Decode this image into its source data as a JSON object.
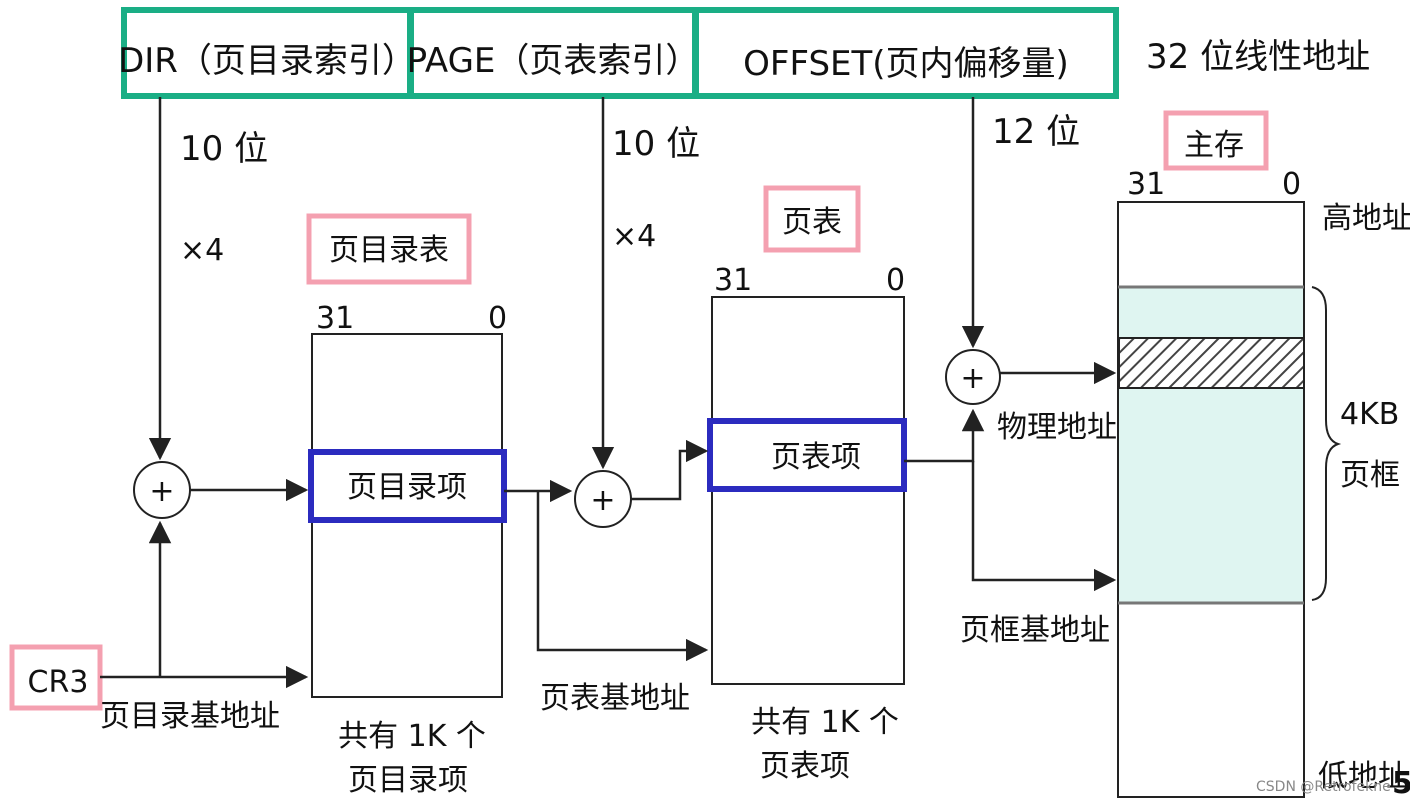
{
  "address_fields": {
    "dir": "DIR（页目录索引）",
    "page": "PAGE（页表索引）",
    "offset": "OFFSET(页内偏移量)",
    "caption": "32 位线性地址"
  },
  "bits": {
    "dir_bits": "10 位",
    "page_bits": "10 位",
    "offset_bits": "12 位",
    "dir_mult": "×4",
    "page_mult": "×4"
  },
  "page_directory": {
    "title": "页目录表",
    "bit_high": "31",
    "bit_low": "0",
    "entry": "页目录项",
    "count_line1": "共有 1K 个",
    "count_line2": "页目录项"
  },
  "page_table": {
    "title": "页表",
    "bit_high": "31",
    "bit_low": "0",
    "entry": "页表项",
    "count_line1": "共有 1K 个",
    "count_line2": "页表项"
  },
  "main_memory": {
    "title": "主存",
    "bit_high": "31",
    "bit_low": "0",
    "high_address": "高地址",
    "low_address": "低地址",
    "frame_size": "4KB",
    "frame_label": "页框"
  },
  "labels": {
    "cr3": "CR3",
    "pd_base": "页目录基地址",
    "pt_base": "页表基地址",
    "frame_base": "页框基地址",
    "physical_address": "物理地址",
    "adder_symbol": "+",
    "watermark": "CSDN @Retrofekne",
    "page_number": "5"
  },
  "colors": {
    "field_border": "#1aae85",
    "title_border": "#f4a0b0",
    "entry_border": "#2b2bbf",
    "frame_fill": "#dff5f1",
    "line": "#222222"
  }
}
